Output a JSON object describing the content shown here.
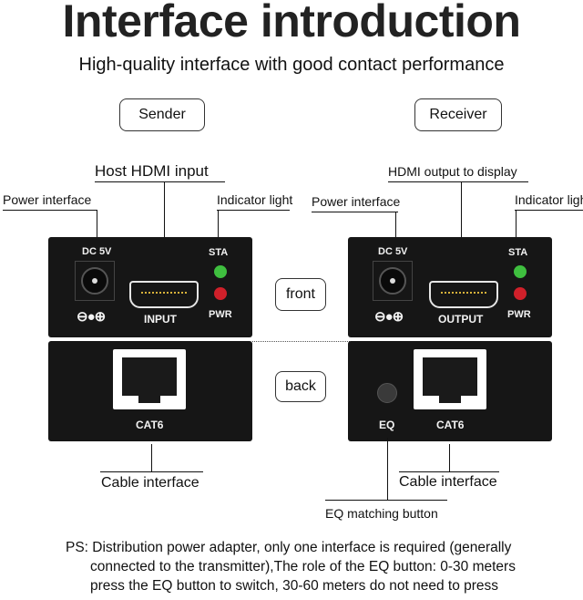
{
  "title": "Interface introduction",
  "subtitle": "High-quality interface with good contact performance",
  "sender": {
    "label": "Sender",
    "host_hdmi": "Host HDMI input",
    "power": "Power interface",
    "indicator": "Indicator light",
    "dc": "DC 5V",
    "port_label": "INPUT",
    "sta": "STA",
    "pwr": "PWR",
    "cat": "CAT6",
    "cable": "Cable interface"
  },
  "receiver": {
    "label": "Receiver",
    "hdmi_out": "HDMI output to display",
    "power": "Power interface",
    "indicator": "Indicator ligh",
    "dc": "DC 5V",
    "port_label": "OUTPUT",
    "sta": "STA",
    "pwr": "PWR",
    "eq": "EQ",
    "cat": "CAT6",
    "cable": "Cable interface",
    "eq_button": "EQ matching button"
  },
  "front_label": "front",
  "back_label": "back",
  "ps": {
    "line1": "PS: Distribution power adapter, only one interface is required (generally",
    "line2": "connected to the transmitter),The role of the EQ button: 0-30 meters",
    "line3": "press the EQ button to switch, 30-60 meters do not need to press"
  },
  "colors": {
    "device": "#161616",
    "led_green": "#3fbf3f",
    "led_red": "#d0202a",
    "hdmi_gold": "#d9b23a"
  }
}
